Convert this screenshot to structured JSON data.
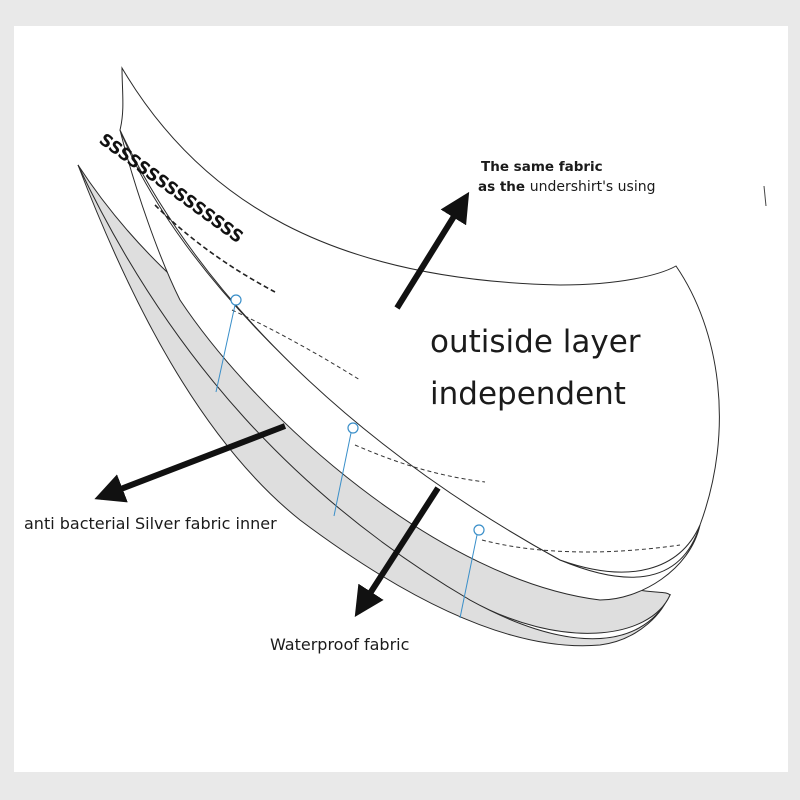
{
  "labels": {
    "top_line1": "The same fabric",
    "top_line2_prefix": "as the ",
    "top_line2_rest": "undershirt's using",
    "main_line1": "outiside layer",
    "main_line2": "independent",
    "left_label": "anti bacterial Silver fabric inner",
    "bottom_label": "Waterproof fabric"
  },
  "colors": {
    "outline": "#2a2a2a",
    "gray_layer": "#dedede",
    "pin": "#3a8fc9",
    "arrow": "#111111"
  },
  "icons": [
    "pin-icon",
    "arrow-icon"
  ]
}
